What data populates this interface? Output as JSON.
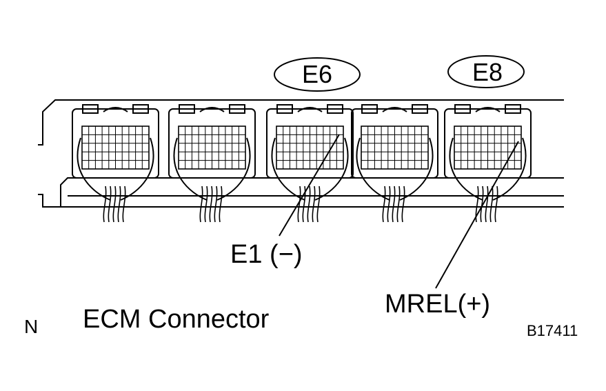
{
  "connector_tags": [
    "E6",
    "E8"
  ],
  "callouts": {
    "e1": "E1 (−)",
    "mrel": "MREL(+)"
  },
  "caption": {
    "prefix": "N",
    "title": "ECM Connector"
  },
  "figure_code": "B17411",
  "colors": {
    "ink": "#000000",
    "paper": "#ffffff"
  }
}
